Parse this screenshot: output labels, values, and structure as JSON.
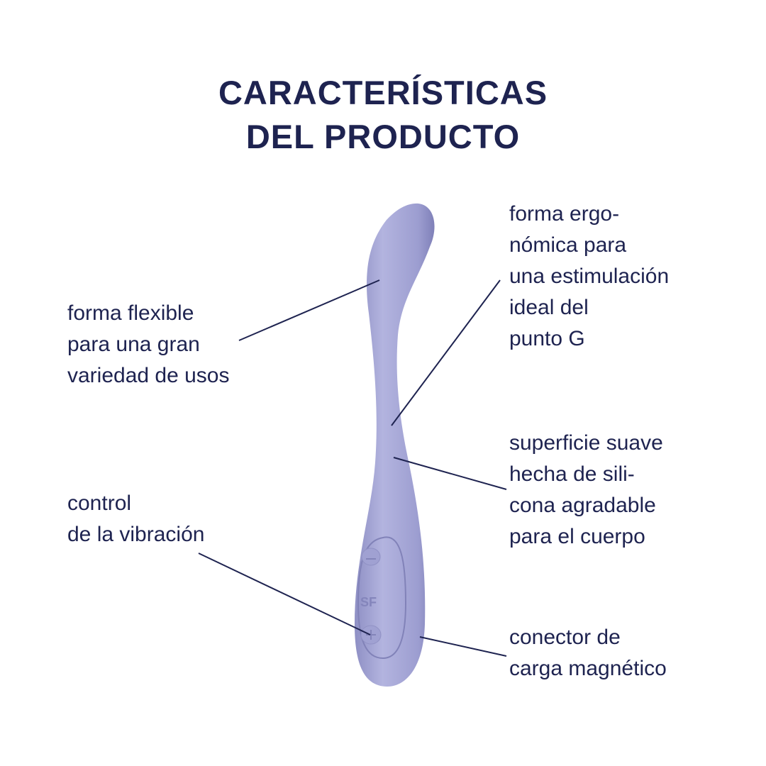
{
  "title": {
    "line1": "CARACTERÍSTICAS",
    "line2": "DEL PRODUCTO"
  },
  "features": {
    "flexible": [
      "forma flexible",
      "para una gran",
      "variedad de usos"
    ],
    "ergonomic": [
      "forma ergo-",
      "nómica para",
      "una estimulación",
      "ideal del",
      "punto G"
    ],
    "surface": [
      "superficie suave",
      "hecha de sili-",
      "cona agradable",
      "para el cuerpo"
    ],
    "control": [
      "control",
      "de la vibración"
    ],
    "charger": [
      "conector de",
      "carga magnético"
    ]
  },
  "colors": {
    "text": "#1e2350",
    "product": "#a7a8d6",
    "product_shade": "#8c8cc2"
  }
}
